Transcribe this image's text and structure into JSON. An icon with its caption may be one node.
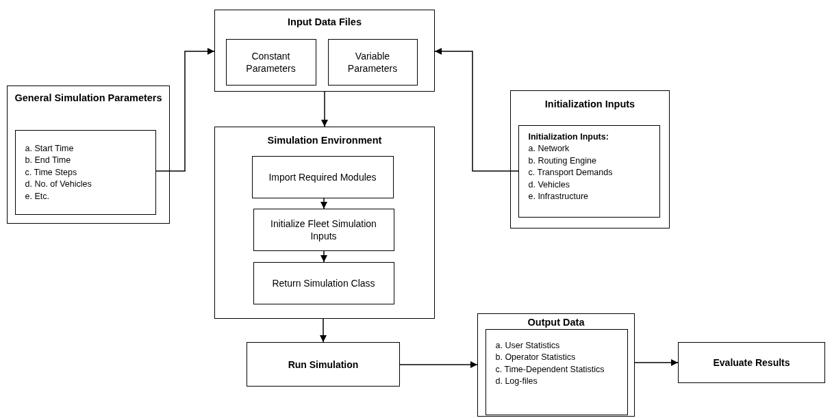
{
  "diagram": {
    "nodes": [
      {
        "text": [
          "Input Data Files"
        ]
      },
      {
        "text": [
          "Constant Parameters"
        ],
        "in": 0
      },
      {
        "text": [
          "Variable Parameters"
        ],
        "in": 0
      },
      {
        "text": [
          "General Simulation Parameters"
        ]
      },
      {
        "text": [
          "a. Start Time",
          "b. End Time",
          "c. Time Steps",
          "d. No. of Vehicles",
          "e. Etc."
        ],
        "in": 3
      },
      {
        "text": [
          "Initialization Inputs"
        ]
      },
      {
        "text": [
          "Initialization Inputs:",
          "a. Network",
          "b. Routing Engine",
          "c. Transport Demands",
          "d. Vehicles",
          "e. Infrastructure"
        ],
        "in": 5
      },
      {
        "text": [
          "Simulation Environment"
        ]
      },
      {
        "text": [
          "Import Required Modules"
        ],
        "in": 7
      },
      {
        "text": [
          "Initialize Fleet Simulation Inputs"
        ],
        "in": 7
      },
      {
        "text": [
          "Return Simulation Class"
        ],
        "in": 7
      },
      {
        "text": [
          "Run Simulation"
        ]
      },
      {
        "text": [
          "Output Data"
        ]
      },
      {
        "text": [
          "a. User Statistics",
          "b. Operator Statistics",
          "c. Time-Dependent Statistics",
          "d. Log-files"
        ],
        "in": 12
      },
      {
        "text": [
          "Evaluate Results"
        ]
      }
    ],
    "edges": [
      {
        "from": 4,
        "to": 0,
        "arrow": "to"
      },
      {
        "from": 6,
        "to": 0,
        "arrow": "to"
      },
      {
        "from": 0,
        "to": 7,
        "arrow": "to"
      },
      {
        "from": 8,
        "to": 9,
        "arrow": "to"
      },
      {
        "from": 9,
        "to": 10,
        "arrow": "to"
      },
      {
        "from": 7,
        "to": 11,
        "arrow": "to"
      },
      {
        "from": 11,
        "to": 12,
        "arrow": "to"
      },
      {
        "from": 12,
        "to": 14,
        "arrow": "to"
      }
    ]
  }
}
